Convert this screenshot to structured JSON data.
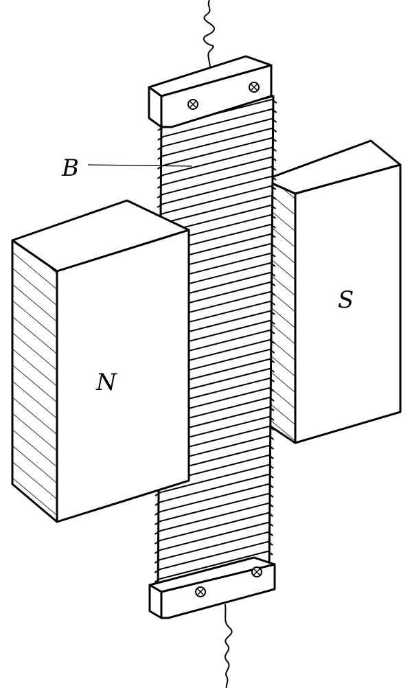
{
  "figure": {
    "coil_label": "B",
    "north_pole_label": "N",
    "south_pole_label": "S"
  }
}
